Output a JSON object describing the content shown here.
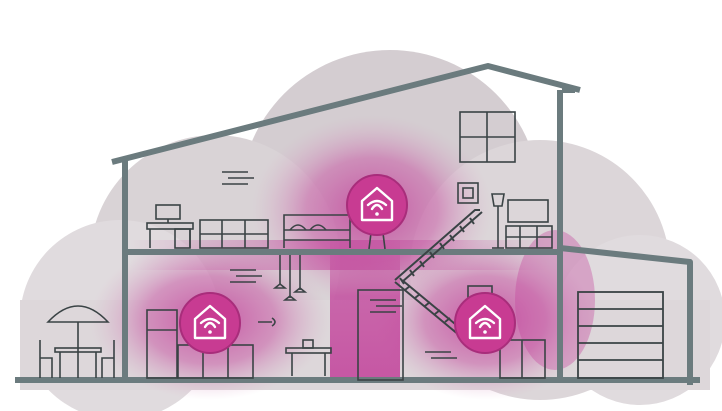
{
  "illustration": {
    "colors": {
      "wall": "#6b7b7e",
      "line": "#3a4345",
      "bubble": "#d9d3d6",
      "coverage": "#c2409a",
      "node": "#c83b92",
      "node_edge": "#a82d7b"
    },
    "icons": {
      "mesh_node": "house-wifi-icon"
    },
    "nodes": [
      {
        "name": "upstairs-node"
      },
      {
        "name": "living-room-node"
      },
      {
        "name": "basement-node"
      }
    ]
  }
}
